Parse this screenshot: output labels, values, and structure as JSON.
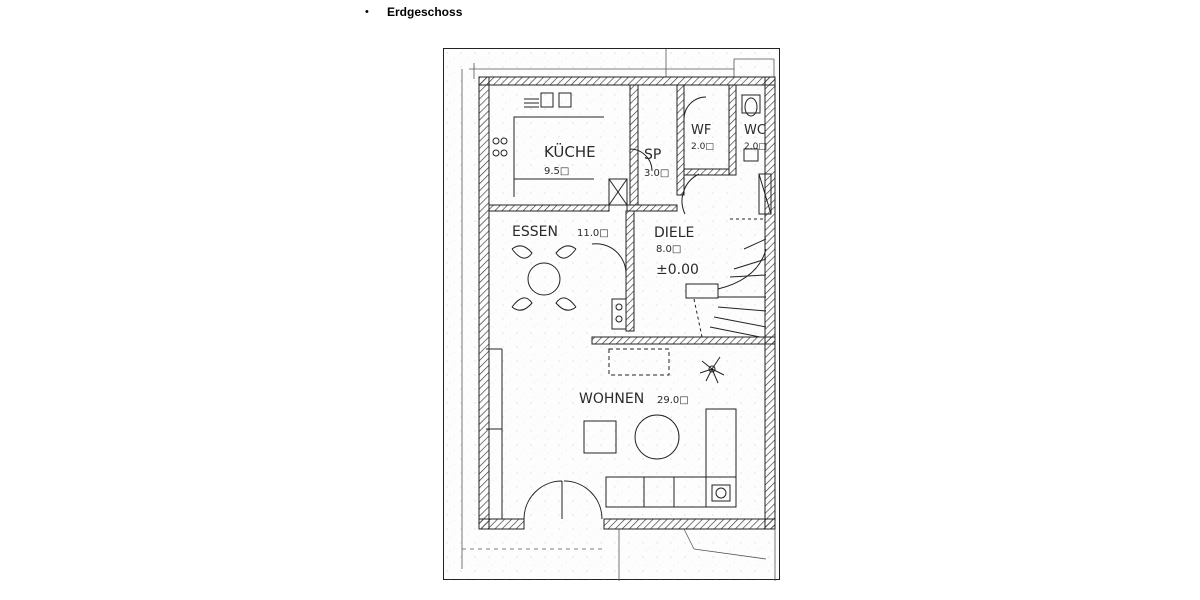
{
  "document": {
    "bullet": "•",
    "heading": "Erdgeschoss"
  },
  "floorplan": {
    "rooms": [
      {
        "key": "kueche",
        "name": "KÜCHE",
        "area": "9.5□"
      },
      {
        "key": "sp",
        "name": "SP",
        "area": "3.0□"
      },
      {
        "key": "wf",
        "name": "WF",
        "area": "2.0□"
      },
      {
        "key": "wc",
        "name": "WC",
        "area": "2.0□"
      },
      {
        "key": "essen",
        "name": "ESSEN",
        "area": "11.0□"
      },
      {
        "key": "diele",
        "name": "DIELE",
        "area": "8.0□",
        "level": "±0.00"
      },
      {
        "key": "wohnen",
        "name": "WOHNEN",
        "area": "29.0□"
      }
    ]
  }
}
